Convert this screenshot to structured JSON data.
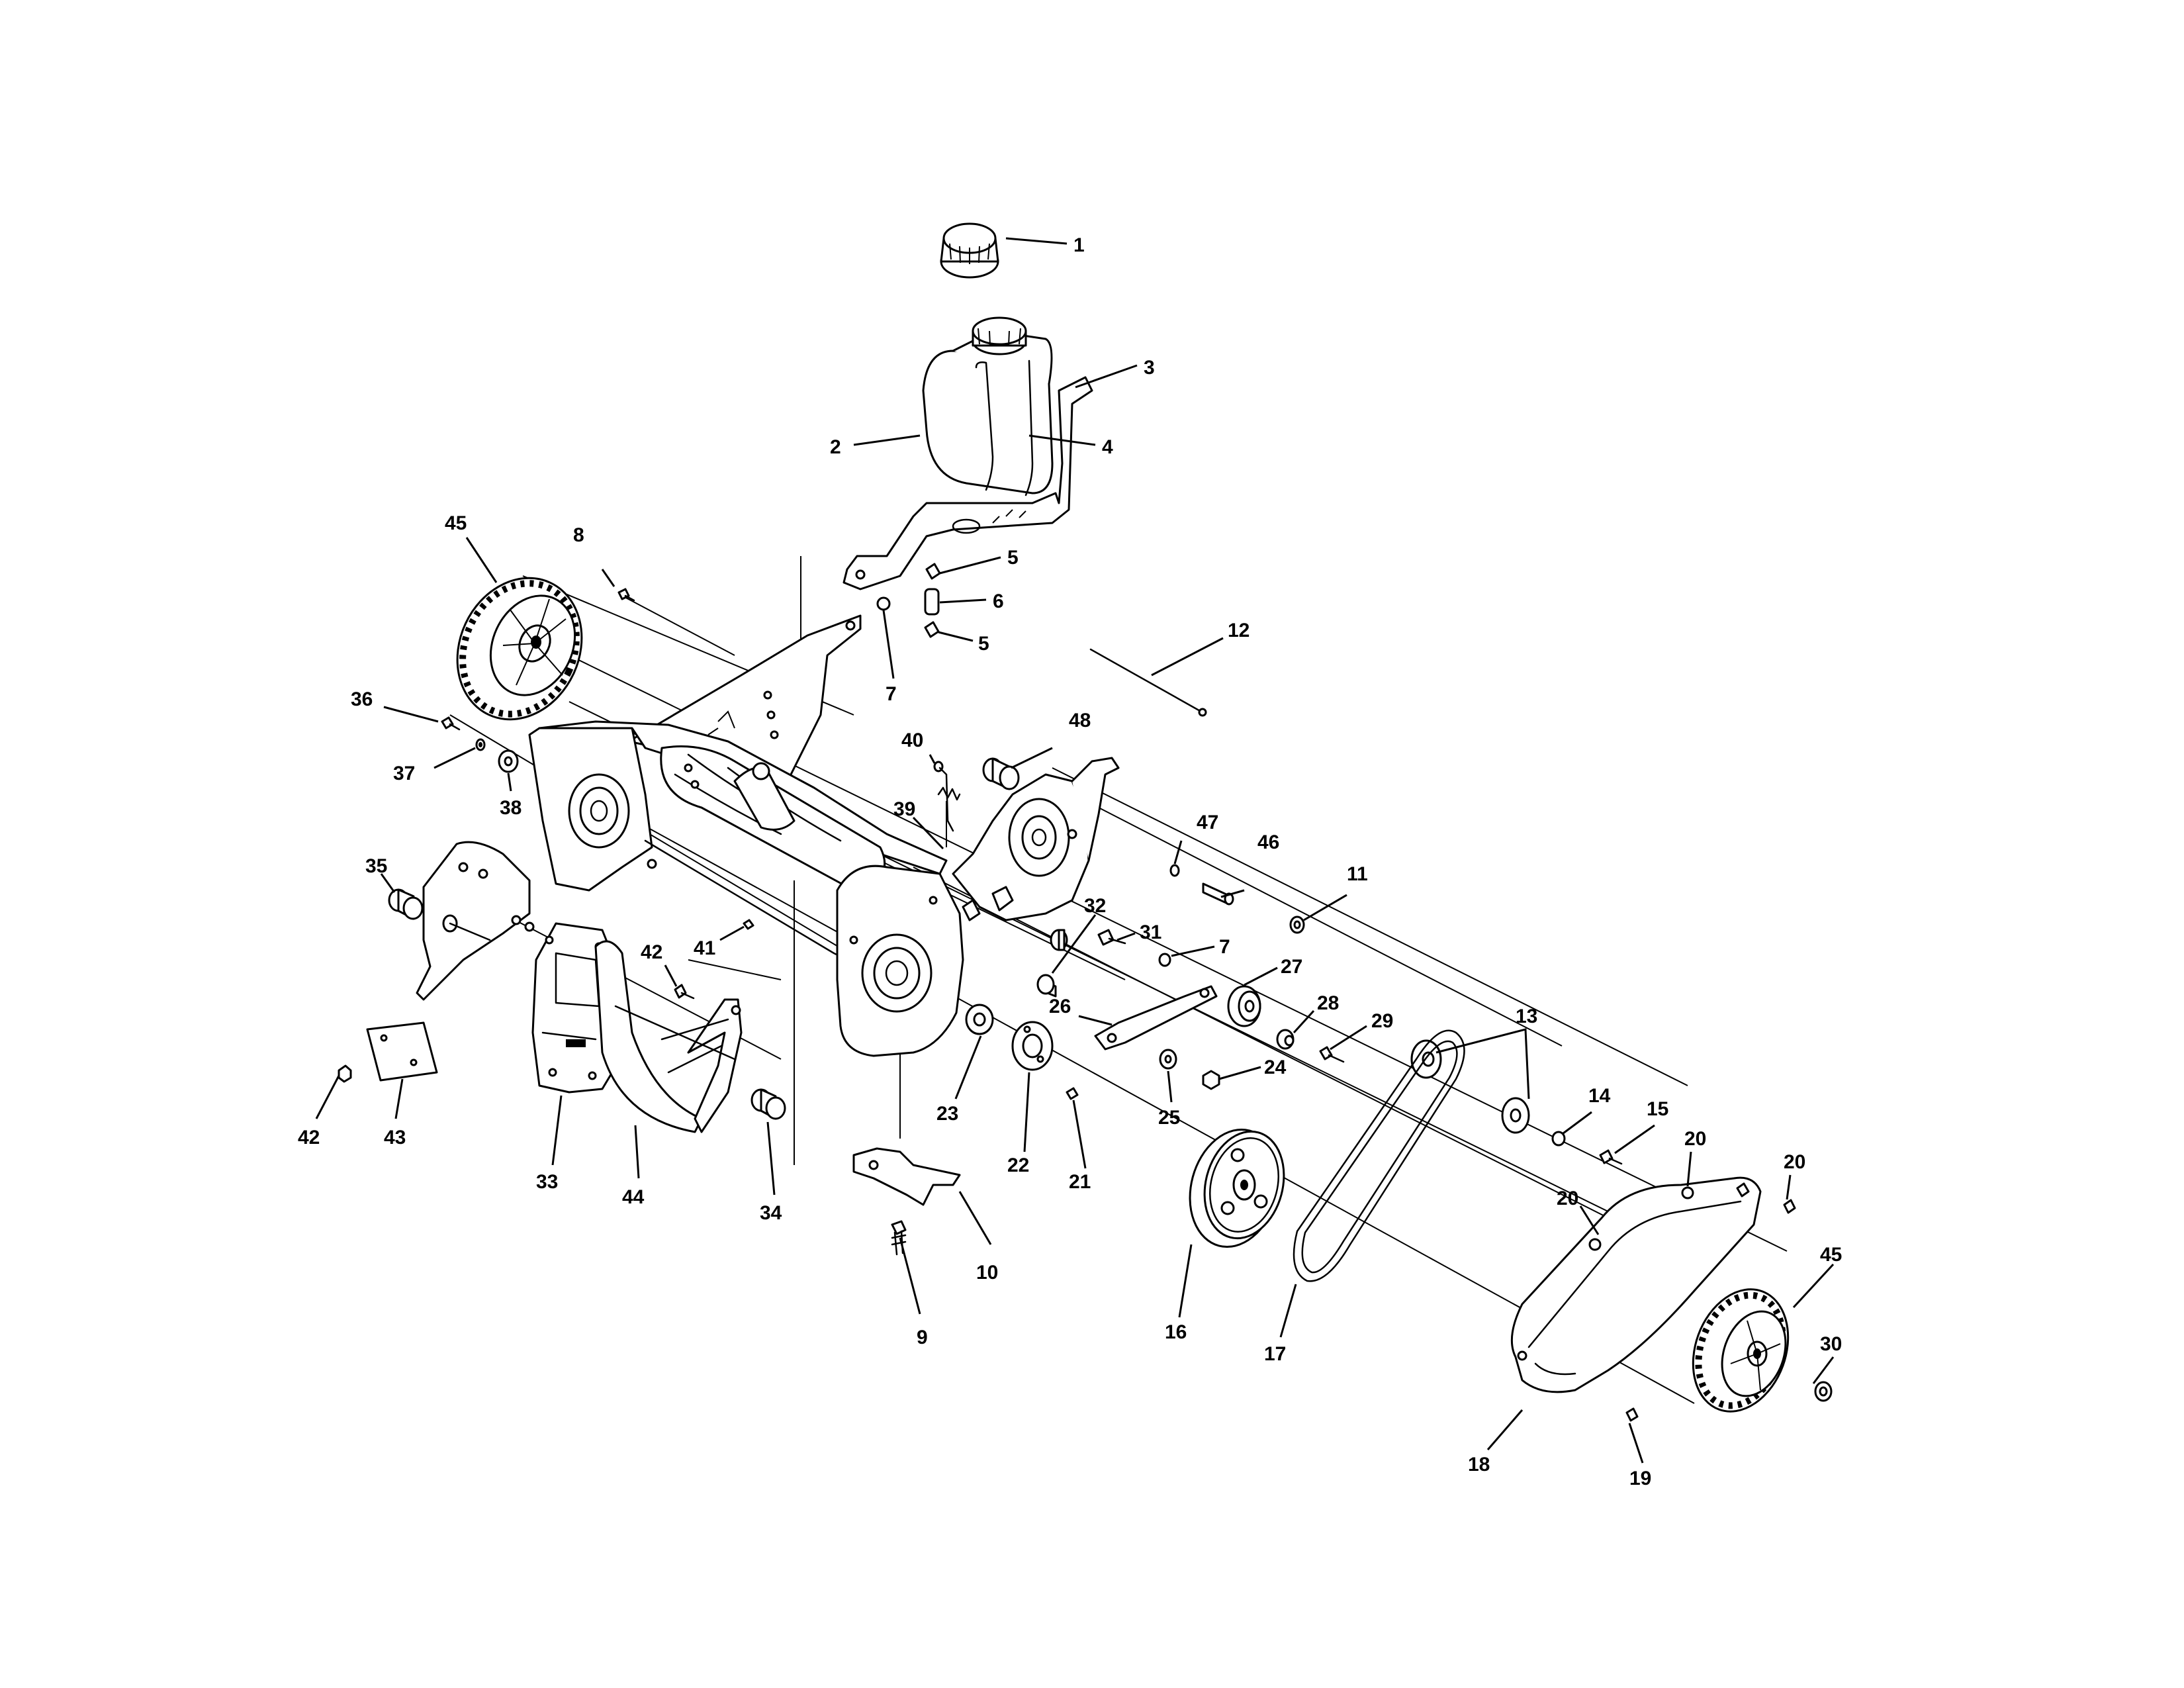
{
  "callouts": [
    {
      "id": "c1",
      "label": "1"
    },
    {
      "id": "c2",
      "label": "2"
    },
    {
      "id": "c3",
      "label": "3"
    },
    {
      "id": "c4",
      "label": "4"
    },
    {
      "id": "c5a",
      "label": "5"
    },
    {
      "id": "c5b",
      "label": "5"
    },
    {
      "id": "c6",
      "label": "6"
    },
    {
      "id": "c7a",
      "label": "7"
    },
    {
      "id": "c7b",
      "label": "7"
    },
    {
      "id": "c8",
      "label": "8"
    },
    {
      "id": "c9",
      "label": "9"
    },
    {
      "id": "c10",
      "label": "10"
    },
    {
      "id": "c11",
      "label": "11"
    },
    {
      "id": "c12",
      "label": "12"
    },
    {
      "id": "c13",
      "label": "13"
    },
    {
      "id": "c14",
      "label": "14"
    },
    {
      "id": "c15",
      "label": "15"
    },
    {
      "id": "c16",
      "label": "16"
    },
    {
      "id": "c17",
      "label": "17"
    },
    {
      "id": "c18",
      "label": "18"
    },
    {
      "id": "c19",
      "label": "19"
    },
    {
      "id": "c20a",
      "label": "20"
    },
    {
      "id": "c20b",
      "label": "20"
    },
    {
      "id": "c20c",
      "label": "20"
    },
    {
      "id": "c21",
      "label": "21"
    },
    {
      "id": "c22",
      "label": "22"
    },
    {
      "id": "c23",
      "label": "23"
    },
    {
      "id": "c24",
      "label": "24"
    },
    {
      "id": "c25",
      "label": "25"
    },
    {
      "id": "c26",
      "label": "26"
    },
    {
      "id": "c27",
      "label": "27"
    },
    {
      "id": "c28",
      "label": "28"
    },
    {
      "id": "c29",
      "label": "29"
    },
    {
      "id": "c30",
      "label": "30"
    },
    {
      "id": "c31",
      "label": "31"
    },
    {
      "id": "c32",
      "label": "32"
    },
    {
      "id": "c33",
      "label": "33"
    },
    {
      "id": "c34",
      "label": "34"
    },
    {
      "id": "c35",
      "label": "35"
    },
    {
      "id": "c36",
      "label": "36"
    },
    {
      "id": "c37",
      "label": "37"
    },
    {
      "id": "c38",
      "label": "38"
    },
    {
      "id": "c39",
      "label": "39"
    },
    {
      "id": "c40",
      "label": "40"
    },
    {
      "id": "c41",
      "label": "41"
    },
    {
      "id": "c42a",
      "label": "42"
    },
    {
      "id": "c42b",
      "label": "42"
    },
    {
      "id": "c43",
      "label": "43"
    },
    {
      "id": "c44",
      "label": "44"
    },
    {
      "id": "c45a",
      "label": "45"
    },
    {
      "id": "c45b",
      "label": "45"
    },
    {
      "id": "c46",
      "label": "46"
    },
    {
      "id": "c47",
      "label": "47"
    },
    {
      "id": "c48",
      "label": "48"
    }
  ]
}
